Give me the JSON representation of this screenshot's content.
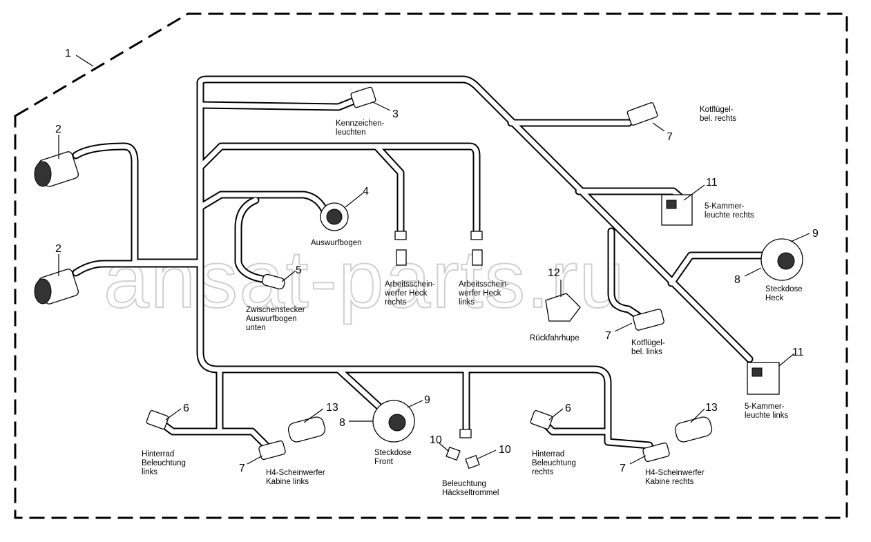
{
  "watermark": "ansat-parts.ru",
  "callouts": [
    {
      "id": "c1",
      "text": "1"
    },
    {
      "id": "c2a",
      "text": "2"
    },
    {
      "id": "c2b",
      "text": "2"
    },
    {
      "id": "c3",
      "text": "3"
    },
    {
      "id": "c4",
      "text": "4"
    },
    {
      "id": "c5",
      "text": "5"
    },
    {
      "id": "c6a",
      "text": "6"
    },
    {
      "id": "c6b",
      "text": "6"
    },
    {
      "id": "c7a",
      "text": "7"
    },
    {
      "id": "c7b",
      "text": "7"
    },
    {
      "id": "c7c",
      "text": "7"
    },
    {
      "id": "c7d",
      "text": "7"
    },
    {
      "id": "c8a",
      "text": "8"
    },
    {
      "id": "c8b",
      "text": "8"
    },
    {
      "id": "c9a",
      "text": "9"
    },
    {
      "id": "c9b",
      "text": "9"
    },
    {
      "id": "c10a",
      "text": "10"
    },
    {
      "id": "c10b",
      "text": "10"
    },
    {
      "id": "c11a",
      "text": "11"
    },
    {
      "id": "c11b",
      "text": "11"
    },
    {
      "id": "c12",
      "text": "12"
    },
    {
      "id": "c13a",
      "text": "13"
    },
    {
      "id": "c13b",
      "text": "13"
    }
  ],
  "labels": {
    "kennzeichen": [
      "Kennzeichen-",
      "leuchten"
    ],
    "kotfluegel_rechts": [
      "Kotflügel-",
      "bel. rechts"
    ],
    "kammer_rechts": [
      "5-Kammer-",
      "leuchte rechts"
    ],
    "auswurfbogen": [
      "Auswurfbogen"
    ],
    "zwischenstecker": [
      "Zwischenstecker",
      "Auswurfbogen",
      "unten"
    ],
    "arbeit_rechts": [
      "Arbeitsschein-",
      "werfer Heck",
      "rechts"
    ],
    "arbeit_links": [
      "Arbeitsschein-",
      "werfer Heck",
      "links"
    ],
    "rueckfahrhupe": [
      "Rückfahrhupe"
    ],
    "steckdose_heck": [
      "Steckdose",
      "Heck"
    ],
    "kotfluegel_links": [
      "Kotflügel-",
      "bel. links"
    ],
    "kammer_links": [
      "5-Kammer-",
      "leuchte links"
    ],
    "hinterrad_links": [
      "Hinterrad",
      "Beleuchtung",
      "links"
    ],
    "h4_links": [
      "H4-Scheinwerfer",
      "Kabine links"
    ],
    "steckdose_front": [
      "Steckdose",
      "Front"
    ],
    "haeckseltrommel": [
      "Beleuchtung",
      "Häckseltrommel"
    ],
    "hinterrad_rechts": [
      "Hinterrad",
      "Beleuchtung",
      "rechts"
    ],
    "h4_rechts": [
      "H4-Scheinwerfer",
      "Kabine rechts"
    ]
  }
}
